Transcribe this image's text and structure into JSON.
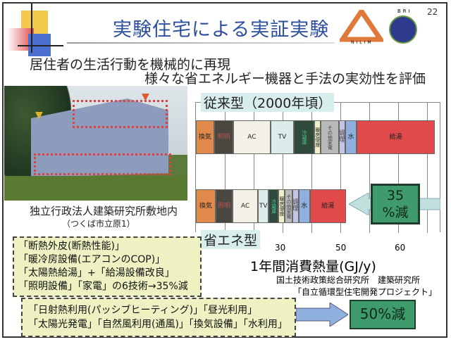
{
  "slide": {
    "page_number": "22",
    "title": "実験住宅による実証実験",
    "subtitle_1": "居住者の生活行動を機械的に再現",
    "subtitle_2": "様々な省エネルギー機器と手法の実効性を評価",
    "logo_left_text": "NILIM",
    "logo_right_text": "BRI"
  },
  "photo": {
    "caption_1": "独立行政法人建築研究所敷地内",
    "caption_2": "（つくば市立原1）"
  },
  "chart_data": {
    "type": "bar",
    "orientation": "horizontal-stacked",
    "xlabel": "1年間消費熱量(GJ/y)",
    "tick_labels": [
      "30",
      "50",
      "60"
    ],
    "categories": [
      "従来型（2000年頃）",
      "省エネ型"
    ],
    "row_labels": [
      "従来型",
      "省エネ型"
    ],
    "segments": [
      "換気",
      "照明",
      "AC",
      "TV",
      "冷蔵庫",
      "暖房便座",
      "その他家電",
      "調理",
      "水",
      "給湯"
    ],
    "colors": [
      "#e0894a",
      "#4a4640",
      "#f3f1e6",
      "#dbeceb",
      "#2f4a3a",
      "#f1efc8",
      "#b9b9b9",
      "#c5c4e3",
      "#8fb0de",
      "#e04a4a"
    ],
    "text_colors": [
      "#222",
      "#b55",
      "#222",
      "#222",
      "#4cc48a",
      "#222",
      "#444",
      "#444",
      "#222",
      "#222"
    ],
    "series": [
      {
        "name": "従来型（2000年頃）",
        "values": [
          6.2,
          6.4,
          12.6,
          7.9,
          6.9,
          2.1,
          6.2,
          2.1,
          4.0,
          26.2
        ]
      },
      {
        "name": "省エネ型",
        "values": [
          6.7,
          5.7,
          8.6,
          3.6,
          3.3,
          2.1,
          2.6,
          2.1,
          3.8,
          12.1
        ]
      }
    ],
    "reduction_label_1": "35",
    "reduction_label_2": "%減"
  },
  "credits": {
    "line_1": "国土技術政策総合研究所　建築研究所",
    "line_2": "「自立循環型住宅開発プロジェクト」"
  },
  "tech_box": {
    "lines": [
      "「断熱外皮(断熱性能)」",
      "「暖冷房設備(エアコンのCOP)」",
      "「太陽熱給湯」+「給湯設備改良」",
      "「照明設備」「家電」の6技術→35%減"
    ]
  },
  "extra_box": {
    "lines": [
      "「日射熱利用(パッシブヒーティング)」「昼光利用」",
      "「太陽光発電」「自然風利用(通風)」「換気設備」「水利用」"
    ],
    "result": "50%減"
  }
}
